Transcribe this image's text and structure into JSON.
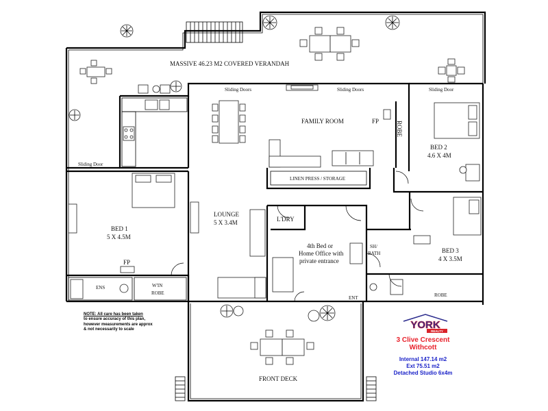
{
  "labels": {
    "verandah": "MASSIVE 46.23 M2 COVERED VERANDAH",
    "sliding_doors_left": "Sliding Doors",
    "sliding_doors_right": "Sliding Doors",
    "sliding_door_bed2": "Sliding Door",
    "sliding_door_left": "Sliding Door",
    "family_room": "FAMILY ROOM",
    "fp_family": "FP",
    "robe_vertical": "ROBE",
    "bed2_name": "BED 2",
    "bed2_size": "4.6 X 4M",
    "linen": "LINEN PRESS / STORAGE",
    "bed1_name": "BED 1",
    "bed1_size": "5 X 4.5M",
    "fp_bed1": "FP",
    "lounge_name": "LOUNGE",
    "lounge_size": "5 X 3.4M",
    "laundry": "L'DRY",
    "office_line1": "4th Bed or",
    "office_line2": "Home Office with",
    "office_line3": "private entrance",
    "sh": "SH/",
    "bath": "BATH",
    "bed3_name": "BED 3",
    "bed3_size": "4 X 3.5M",
    "robe_bed3": "ROBE",
    "ens": "ENS",
    "win": "W'IN",
    "win_robe": "ROBE",
    "ent": "ENT",
    "front_deck": "FRONT DECK"
  },
  "note": {
    "line1": "NOTE: All care has been taken",
    "line2": "to ensure accuracy of this plan,",
    "line3": "however measurements are approx",
    "line4": "& not necessarily to scale"
  },
  "logo": {
    "brand": "YORK",
    "sub": "REALTY",
    "colors": {
      "blue": "#2a2a8c",
      "red": "#d9232a"
    }
  },
  "property": {
    "address_line1": "3 Clive Crescent",
    "address_line2": "Withcott",
    "internal": "Internal 147.14 m2",
    "external": "Ext 75.51 m2",
    "studio": "Detached Studio 6x4m"
  },
  "colors": {
    "address": "#e8202a",
    "measurements": "#1a22c8"
  }
}
